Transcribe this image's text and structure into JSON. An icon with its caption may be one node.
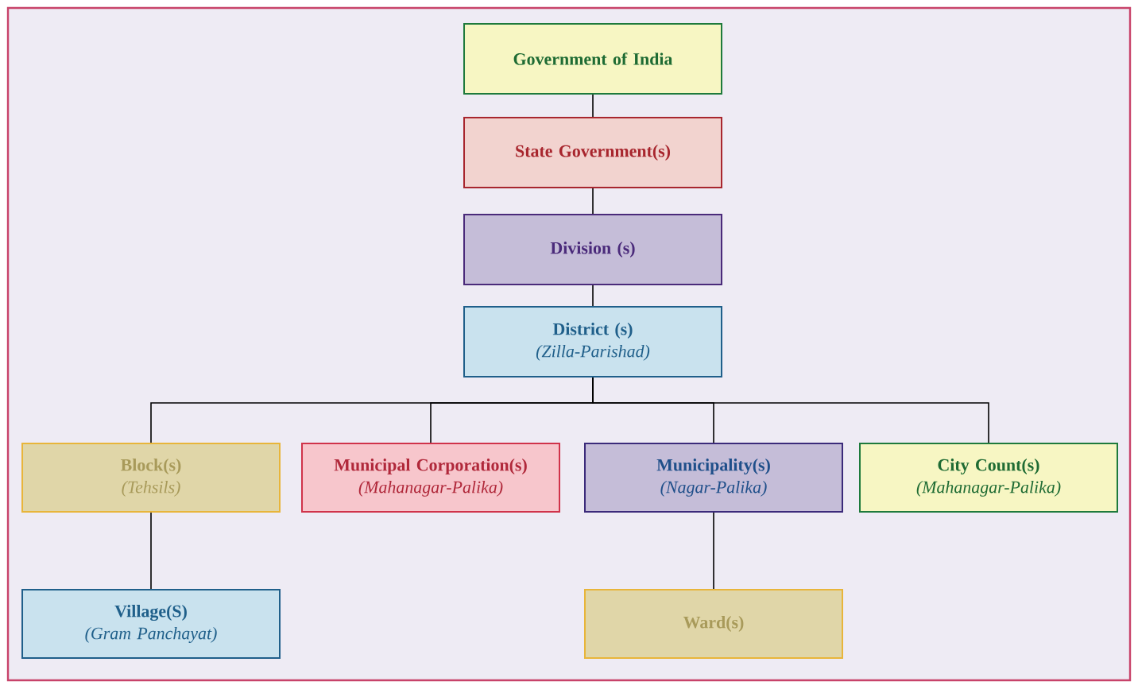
{
  "diagram": {
    "nodes": [
      {
        "text": [
          "Government of India"
        ]
      },
      {
        "text": [
          "State Government(s)"
        ]
      },
      {
        "text": [
          "Division (s)"
        ]
      },
      {
        "text": [
          "District (s)",
          "(Zilla-Parishad)"
        ]
      },
      {
        "text": [
          "Block(s)",
          "(Tehsils)"
        ]
      },
      {
        "text": [
          "Municipal Corporation(s)",
          "(Mahanagar-Palika)"
        ]
      },
      {
        "text": [
          "Municipality(s)",
          "(Nagar-Palika)"
        ]
      },
      {
        "text": [
          "City Count(s)",
          "(Mahanagar-Palika)"
        ]
      },
      {
        "text": [
          "Village(S)",
          "(Gram Panchayat)"
        ]
      },
      {
        "text": [
          "Ward(s)"
        ]
      }
    ],
    "edges": [
      {
        "from": 0,
        "to": 1,
        "arrow": "none"
      },
      {
        "from": 1,
        "to": 2,
        "arrow": "none"
      },
      {
        "from": 2,
        "to": 3,
        "arrow": "none"
      },
      {
        "from": 3,
        "to": 4,
        "arrow": "none"
      },
      {
        "from": 3,
        "to": 5,
        "arrow": "none"
      },
      {
        "from": 3,
        "to": 6,
        "arrow": "none"
      },
      {
        "from": 3,
        "to": 7,
        "arrow": "none"
      },
      {
        "from": 4,
        "to": 8,
        "arrow": "none"
      },
      {
        "from": 6,
        "to": 9,
        "arrow": "none"
      }
    ]
  }
}
